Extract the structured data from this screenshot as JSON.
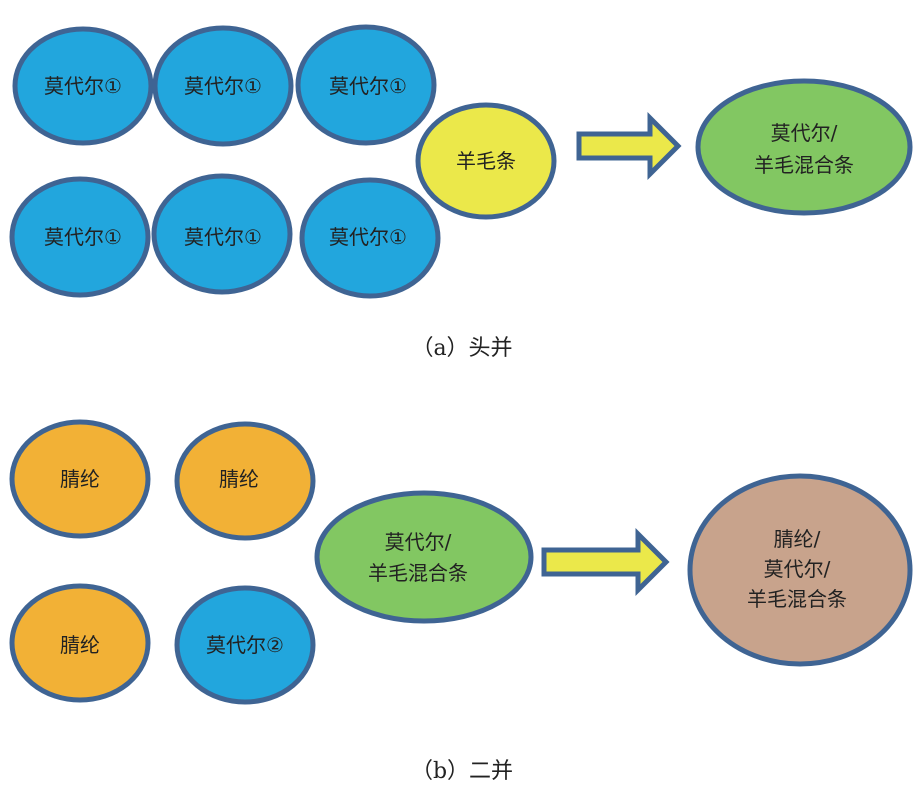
{
  "colors": {
    "modal": "#22a6dd",
    "wool": "#ebe84a",
    "blend": "#82c762",
    "acrylic": "#f2b136",
    "final": "#c8a38c",
    "outline": "#3f6493",
    "arrow": "#ebe84a"
  },
  "panel_a": {
    "caption": "（a）头并",
    "inputs": [
      "莫代尔①",
      "莫代尔①",
      "莫代尔①",
      "莫代尔①",
      "莫代尔①",
      "莫代尔①"
    ],
    "wool": "羊毛条",
    "result_lines": [
      "莫代尔/",
      "羊毛混合条"
    ]
  },
  "panel_b": {
    "caption": "（b）二并",
    "inputs": [
      "腈纶",
      "腈纶",
      "腈纶",
      "莫代尔②"
    ],
    "blend_lines": [
      "莫代尔/",
      "羊毛混合条"
    ],
    "result_lines": [
      "腈纶/",
      "莫代尔/",
      "羊毛混合条"
    ]
  }
}
